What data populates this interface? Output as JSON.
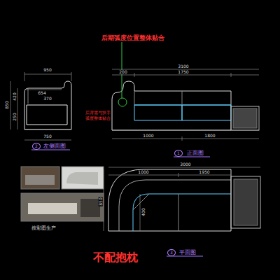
{
  "diagram": {
    "labels": [
      "后期弧度位置整体贴合",
      "950",
      "654",
      "370",
      "420",
      "250",
      "850",
      "750",
      "2",
      "左侧面图",
      "200",
      "1750",
      "3100",
      "1000",
      "1800",
      "后背需与扶手",
      "弧度整体贴合",
      "1",
      "正面图",
      "3000",
      "1000",
      "1950",
      "850",
      "400",
      "按彩图生产",
      "3",
      "平面图",
      "不配抱枕"
    ]
  }
}
